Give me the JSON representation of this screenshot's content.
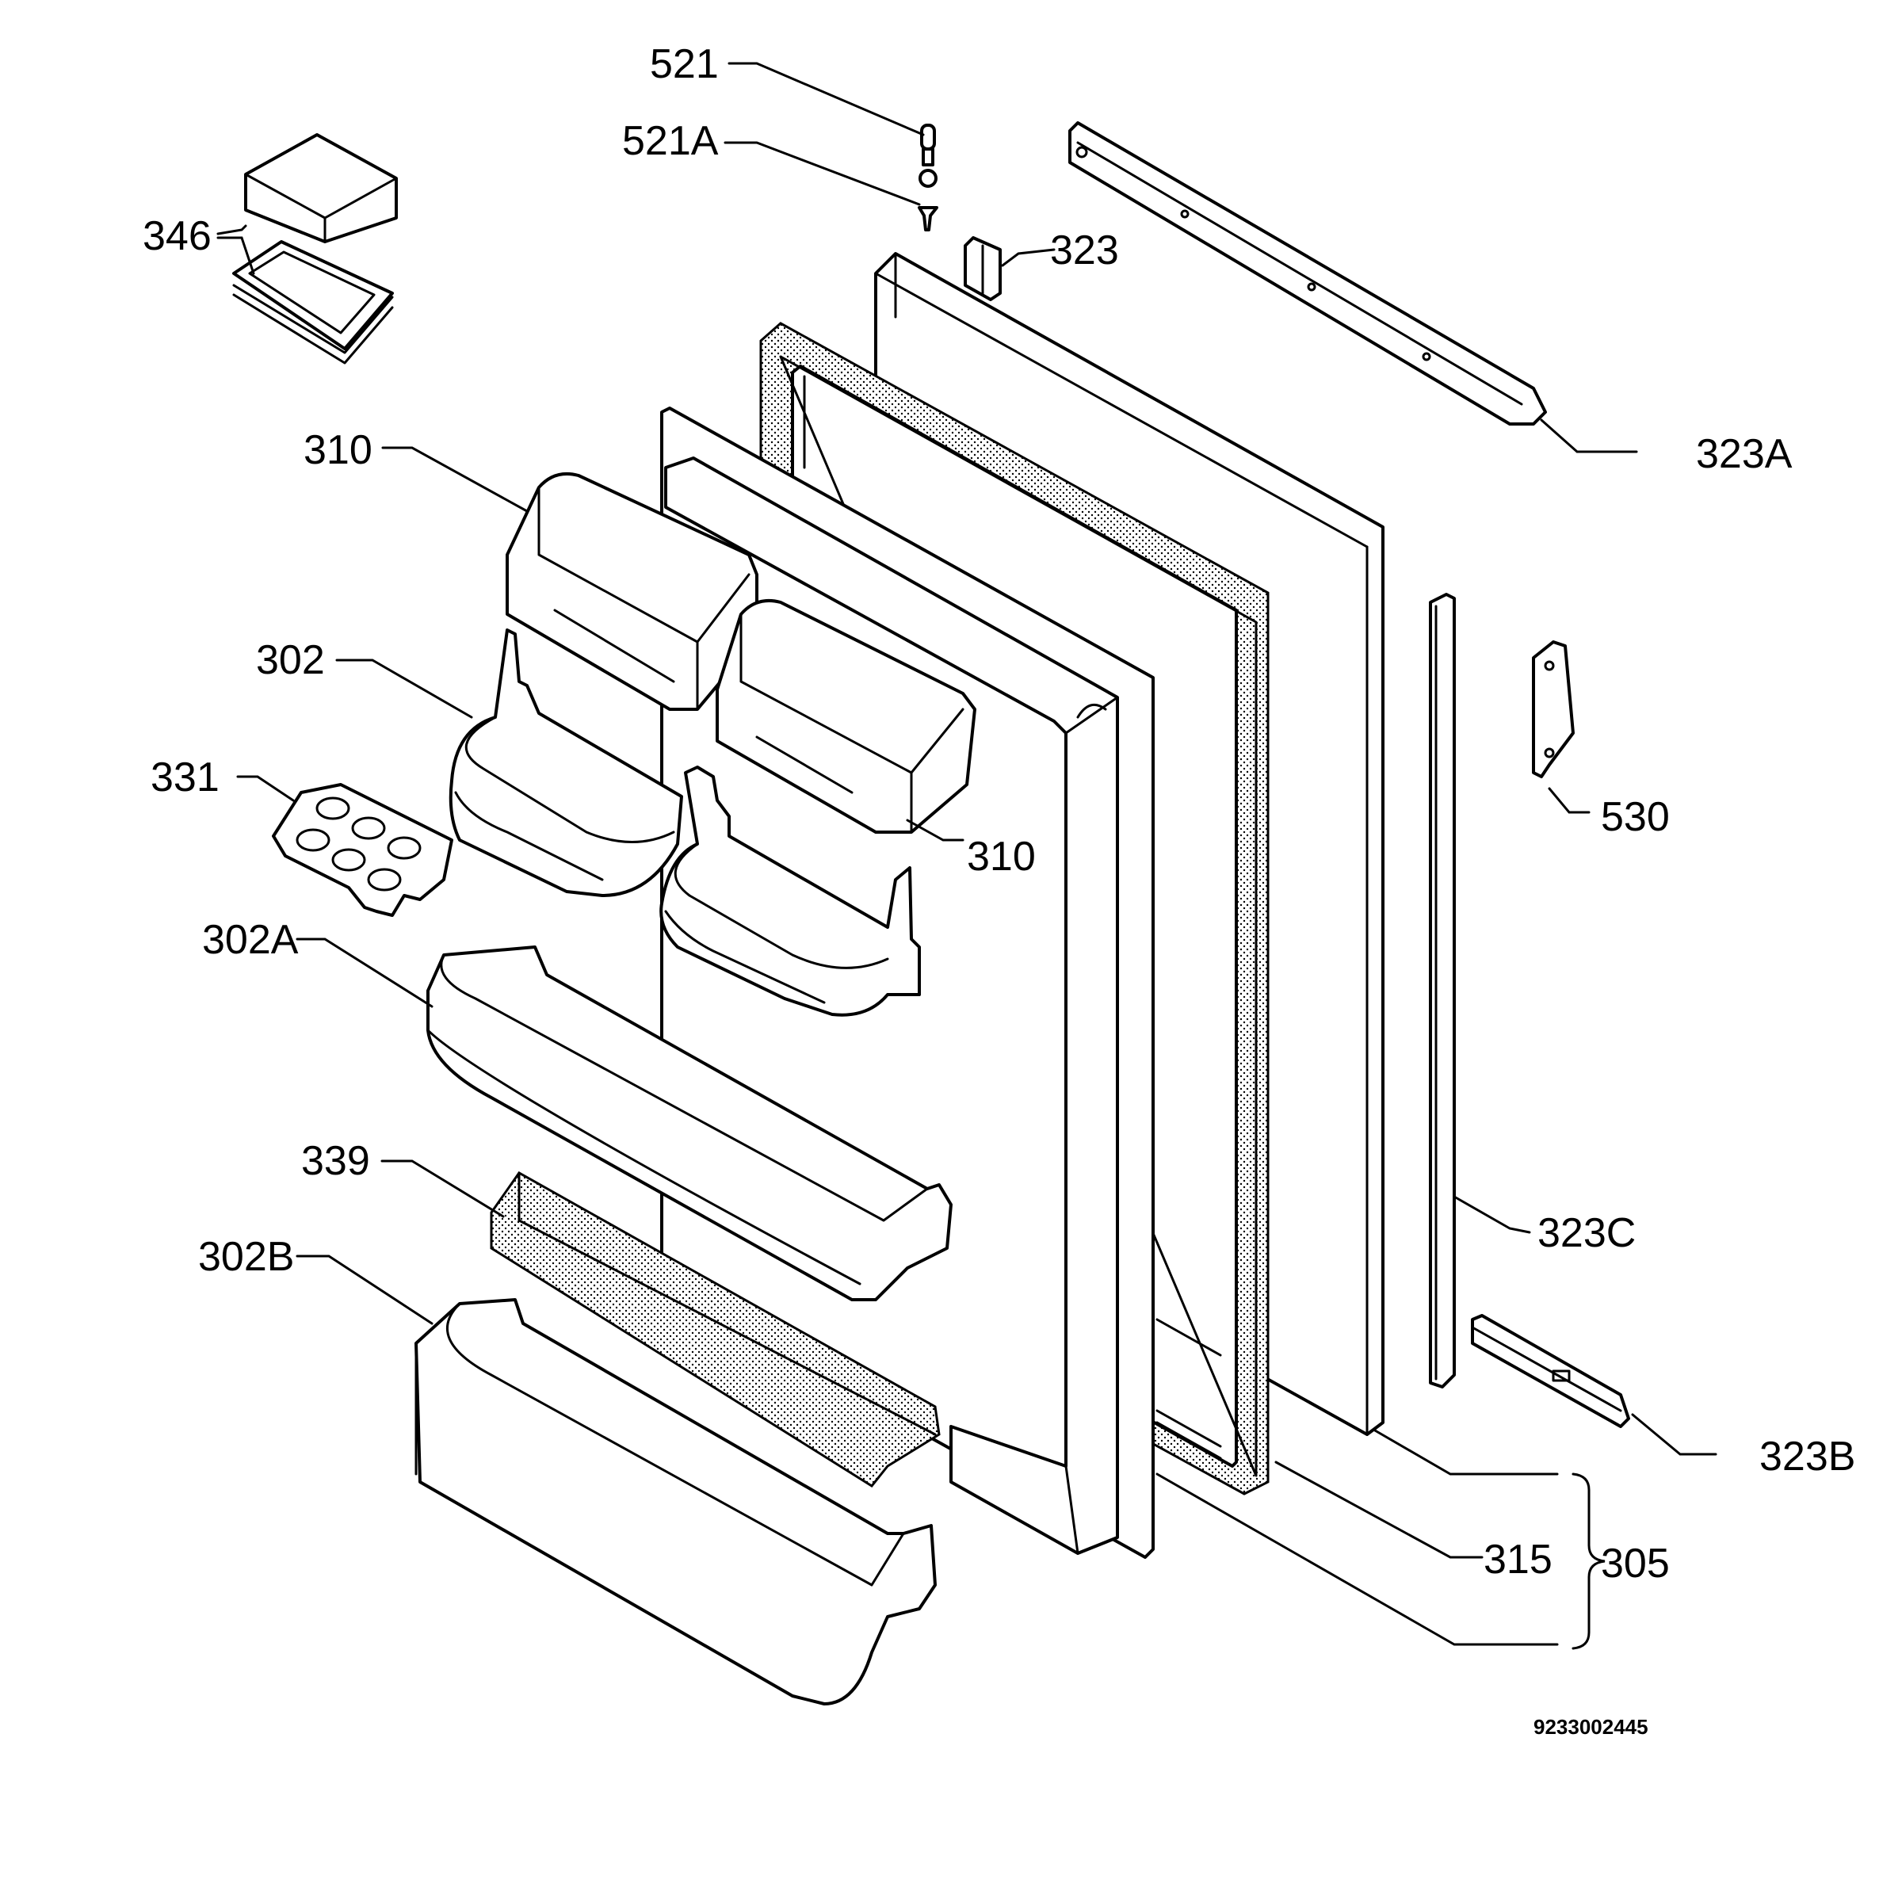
{
  "labels": {
    "p521": "521",
    "p521a": "521A",
    "p346": "346",
    "p323": "323",
    "p323a": "323A",
    "p310_top": "310",
    "p310_right": "310",
    "p302": "302",
    "p331": "331",
    "p530": "530",
    "p302a": "302A",
    "p339": "339",
    "p323c": "323C",
    "p302b": "302B",
    "p323b": "323B",
    "p315": "315",
    "p305": "305"
  },
  "drawing_number": "9233002445"
}
